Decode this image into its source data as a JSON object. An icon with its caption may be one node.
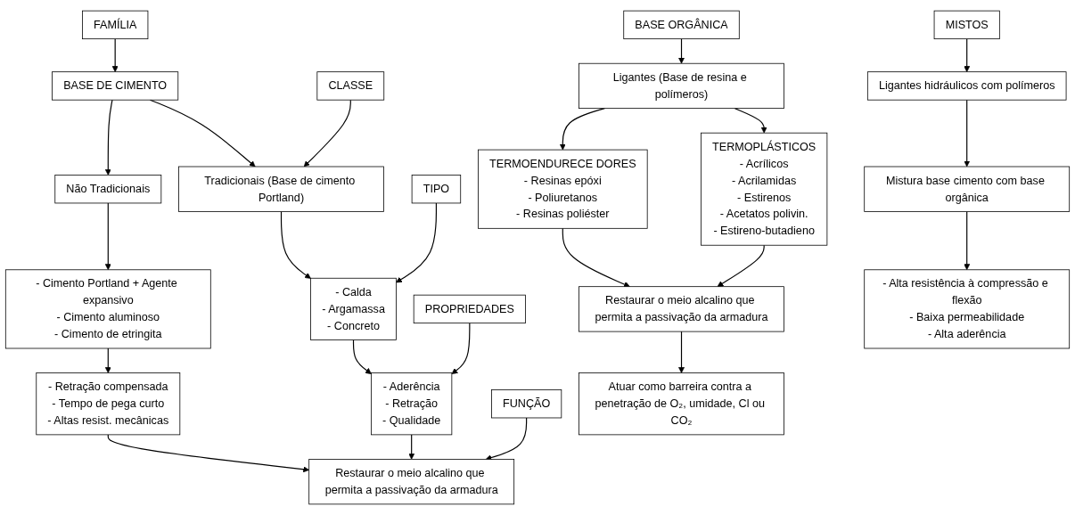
{
  "diagram": {
    "nodes": [
      {
        "text": [
          "FAMÍLIA"
        ]
      },
      {
        "text": [
          "BASE DE CIMENTO"
        ]
      },
      {
        "text": [
          "BASE ORGÂNICA"
        ]
      },
      {
        "text": [
          "MISTOS"
        ]
      },
      {
        "text": [
          "CLASSE"
        ]
      },
      {
        "text": [
          "Tradicionais (Base de cimento Portland)"
        ]
      },
      {
        "text": [
          "Não Tradicionais"
        ]
      },
      {
        "text": [
          "Ligantes (Base de resina e polímeros)"
        ]
      },
      {
        "text": [
          "Ligantes hidráulicos com polímeros"
        ]
      },
      {
        "text": [
          "TIPO"
        ]
      },
      {
        "text": [
          "- Calda",
          "- Argamassa",
          "- Concreto"
        ]
      },
      {
        "text": [
          "- Cimento Portland + Agente expansivo",
          "- Cimento aluminoso",
          "- Cimento de etringita"
        ]
      },
      {
        "text": [
          "TERMOPLÁSTICOS",
          "- Acrílicos",
          "- Acrilamidas",
          "- Estirenos",
          "- Acetatos polivin.",
          "- Estireno-butadieno"
        ]
      },
      {
        "text": [
          "TERMOENDURECE DORES",
          "- Resinas epóxi",
          "- Poliuretanos",
          "- Resinas poliéster"
        ]
      },
      {
        "text": [
          "Mistura base cimento com base orgânica"
        ]
      },
      {
        "text": [
          "PROPRIEDADES"
        ]
      },
      {
        "text": [
          "- Aderência",
          "- Retração",
          "- Qualidade"
        ]
      },
      {
        "text": [
          "- Retração compensada",
          "- Tempo de pega curto",
          "- Altas resist. mecânicas"
        ]
      },
      {
        "text": [
          "Restaurar o meio alcalino que permita a passivação da armadura"
        ]
      },
      {
        "text": [
          "- Alta resistência à compressão e flexão",
          "- Baixa permeabilidade",
          "- Alta aderência"
        ]
      },
      {
        "text": [
          "FUNÇÃO"
        ]
      },
      {
        "text": [
          "Restaurar o meio alcalino que permita a passivação da armadura"
        ]
      },
      {
        "text": [
          "Atuar como barreira contra a penetração de O₂, umidade, Cl ou CO₂"
        ]
      }
    ],
    "edges": [
      {
        "from": 0,
        "to": 1,
        "arrow": "to"
      },
      {
        "from": 1,
        "to": 5,
        "arrow": "to"
      },
      {
        "from": 1,
        "to": 6,
        "arrow": "to"
      },
      {
        "from": 4,
        "to": 5,
        "arrow": "to"
      },
      {
        "from": 5,
        "to": 10,
        "arrow": "to"
      },
      {
        "from": 6,
        "to": 11,
        "arrow": "to"
      },
      {
        "from": 9,
        "to": 10,
        "arrow": "to"
      },
      {
        "from": 10,
        "to": 16,
        "arrow": "to"
      },
      {
        "from": 11,
        "to": 17,
        "arrow": "to"
      },
      {
        "from": 15,
        "to": 16,
        "arrow": "to"
      },
      {
        "from": 16,
        "to": 21,
        "arrow": "to"
      },
      {
        "from": 17,
        "to": 21,
        "arrow": "to"
      },
      {
        "from": 20,
        "to": 21,
        "arrow": "to"
      },
      {
        "from": 2,
        "to": 7,
        "arrow": "to"
      },
      {
        "from": 7,
        "to": 12,
        "arrow": "to"
      },
      {
        "from": 7,
        "to": 13,
        "arrow": "to"
      },
      {
        "from": 12,
        "to": 18,
        "arrow": "to"
      },
      {
        "from": 13,
        "to": 18,
        "arrow": "to"
      },
      {
        "from": 18,
        "to": 22,
        "arrow": "to"
      },
      {
        "from": 3,
        "to": 8,
        "arrow": "to"
      },
      {
        "from": 8,
        "to": 14,
        "arrow": "to"
      },
      {
        "from": 14,
        "to": 19,
        "arrow": "to"
      }
    ]
  }
}
